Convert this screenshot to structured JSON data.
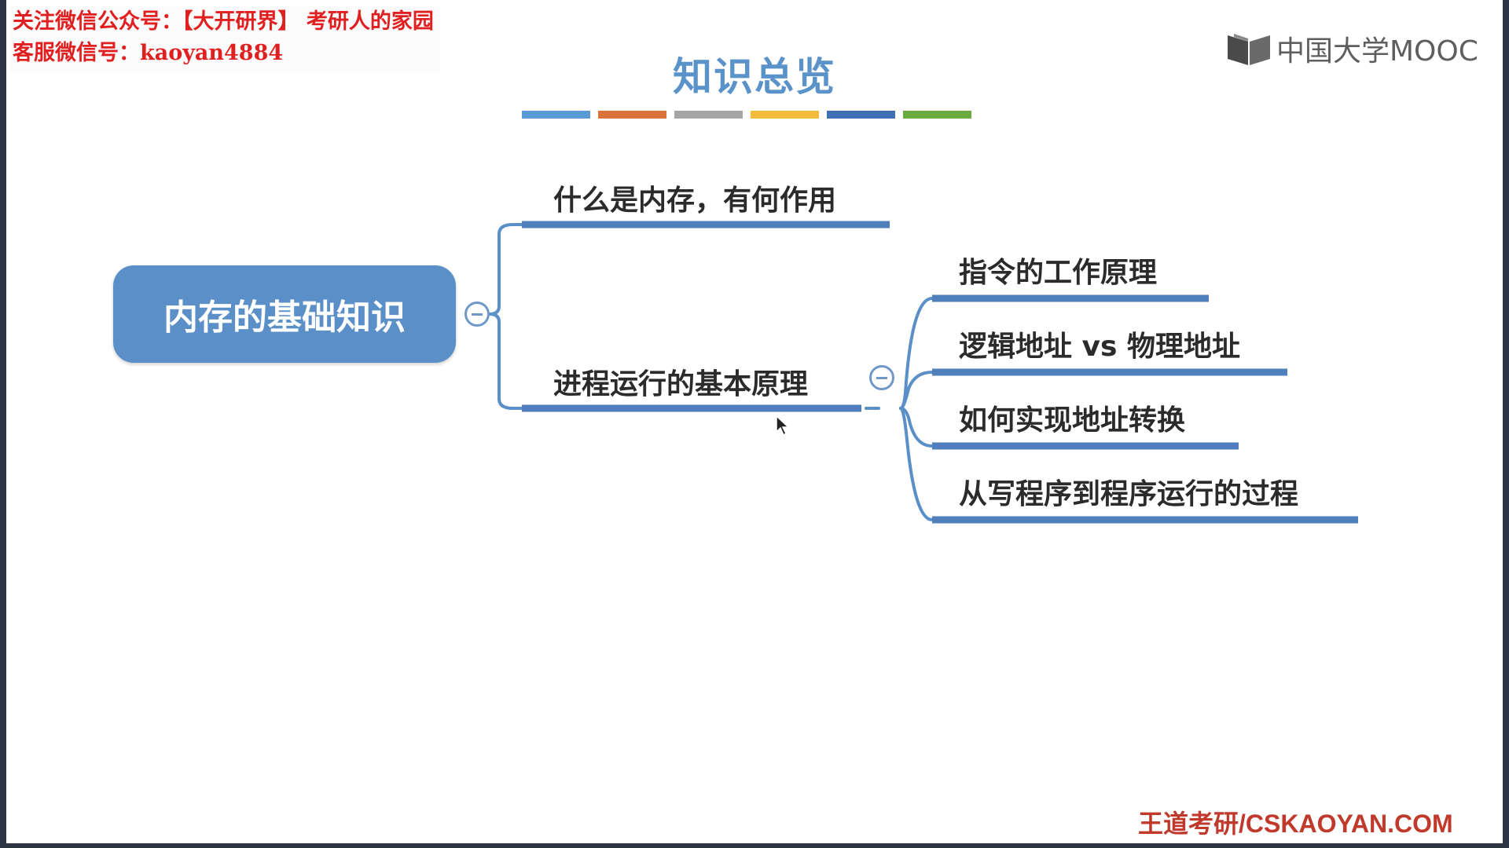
{
  "watermark": {
    "line1": "关注微信公众号：【大开研界】 考研人的家园",
    "line2": "客服微信号：kaoyan4884"
  },
  "logo": {
    "text": "中国大学MOOC",
    "icon": "mooc-book-icon"
  },
  "slide": {
    "title": "知识总览",
    "color_bar": [
      "#5b9bd5",
      "#d9733b",
      "#a5a5a5",
      "#f2bc3b",
      "#3e6fb5",
      "#6aab3f"
    ]
  },
  "mindmap": {
    "root": "内存的基础知识",
    "branches": [
      {
        "label": "什么是内存，有何作用"
      },
      {
        "label": "进程运行的基本原理",
        "children": [
          "指令的工作原理",
          "逻辑地址 vs 物理地址",
          "如何实现地址转换",
          "从写程序到程序运行的过程"
        ]
      }
    ],
    "line_color": "#5b8fc7"
  },
  "footer": {
    "text": "王道考研/CSKAOYAN.COM"
  }
}
